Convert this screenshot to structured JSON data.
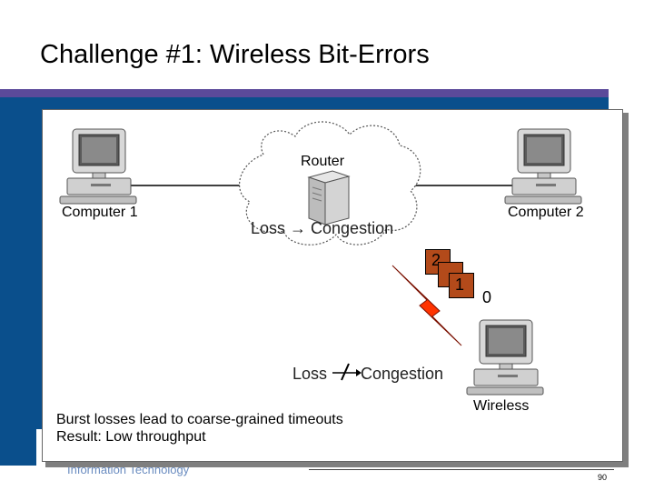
{
  "title": "Challenge #1: Wireless Bit-Errors",
  "diagram": {
    "computer1_label": "Computer 1",
    "computer2_label": "Computer 2",
    "router_label": "Router",
    "wired_inference": "Loss → Congestion",
    "wireless_inference_loss": "Loss",
    "wireless_inference_congestion": "Congestion",
    "wireless_label": "Wireless",
    "packets": [
      "2",
      "1",
      "0"
    ]
  },
  "conclusion": {
    "line1": "Burst losses lead to coarse-grained timeouts",
    "line2": "Result: Low throughput"
  },
  "footer": {
    "company": "Information Technology",
    "page_number": "90"
  },
  "colors": {
    "band_blue": "#0a4f8c",
    "band_purple": "#5b4a9a",
    "packet_fill": "#b34a1a",
    "lightning": "#ff3300"
  }
}
